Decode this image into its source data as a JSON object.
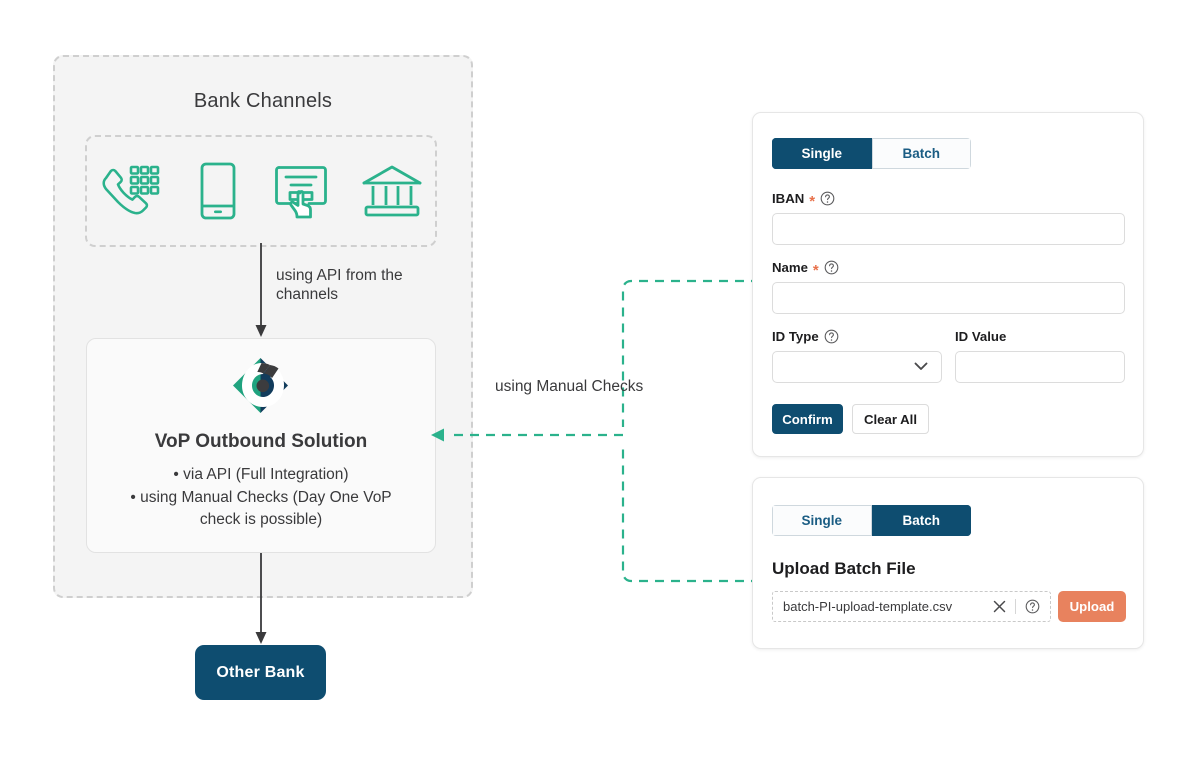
{
  "diagram": {
    "group_title": "Bank Channels",
    "channels": [
      {
        "name": "phone-keypad-icon",
        "label": "Phone / Call Center"
      },
      {
        "name": "mobile-phone-icon",
        "label": "Mobile Banking"
      },
      {
        "name": "online-banking-click-icon",
        "label": "Online Banking"
      },
      {
        "name": "bank-building-icon",
        "label": "Branch"
      }
    ],
    "api_arrow_label": "using API\nfrom the channels",
    "api_arrow_label_line1": "using API",
    "api_arrow_label_line2": "from the channels",
    "manual_label_line1": "using Manual",
    "manual_label_line2": "Checks",
    "vop": {
      "title": "VoP Outbound Solution",
      "bullets": [
        "• via API (Full Integration)",
        "• using Manual Checks (Day One VoP",
        "check is possible)"
      ]
    },
    "other_bank_label": "Other Bank"
  },
  "single_card": {
    "toggle": {
      "single": "Single",
      "batch": "Batch",
      "active": "Single"
    },
    "fields": {
      "iban": {
        "label": "IBAN",
        "required": "*",
        "value": "",
        "placeholder": ""
      },
      "name": {
        "label": "Name",
        "required": "*",
        "value": "",
        "placeholder": ""
      },
      "id_type": {
        "label": "ID Type",
        "value": "",
        "placeholder": ""
      },
      "id_value": {
        "label": "ID Value",
        "value": "",
        "placeholder": ""
      }
    },
    "buttons": {
      "confirm": "Confirm",
      "clear_all": "Clear All"
    }
  },
  "batch_card": {
    "toggle": {
      "single": "Single",
      "batch": "Batch",
      "active": "Batch"
    },
    "upload_title": "Upload Batch File",
    "file_name": "batch-PI-upload-template.csv",
    "upload_button": "Upload"
  },
  "colors": {
    "navy": "#0e4d70",
    "teal": "#2bb28c",
    "salmon": "#e8825e",
    "required_red": "#e8714b",
    "group_bg": "#f4f4f4",
    "dark_text": "#3a3a3c"
  }
}
